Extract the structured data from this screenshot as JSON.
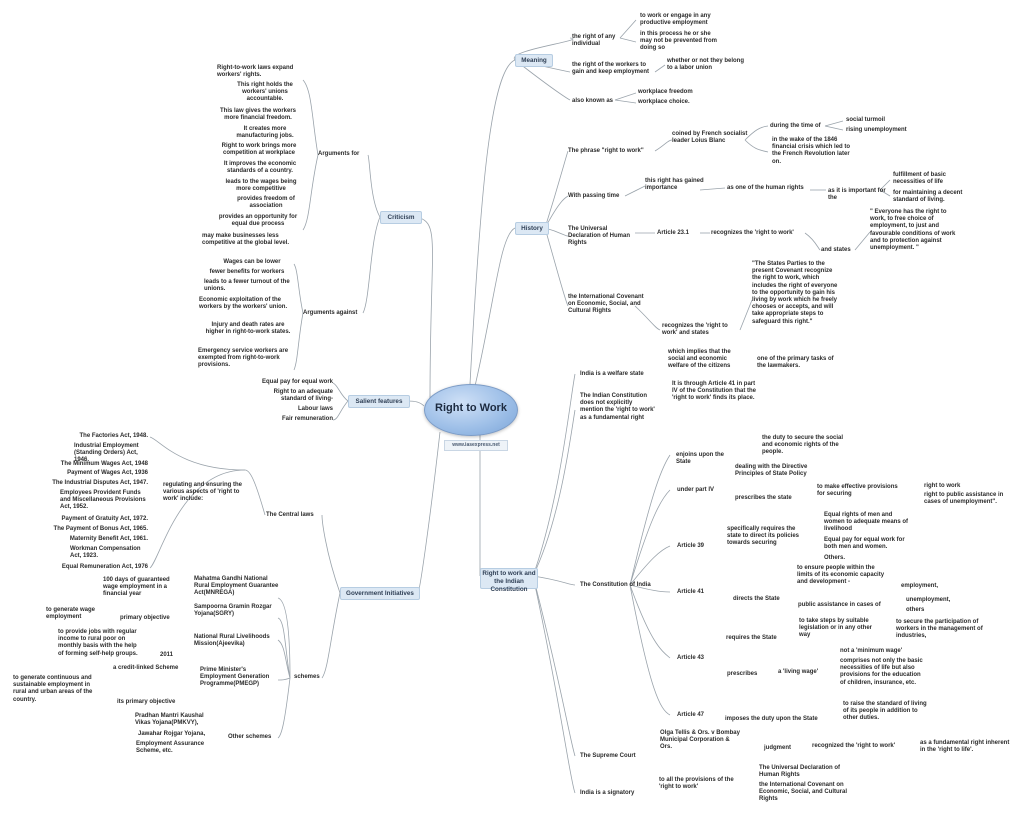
{
  "center": {
    "title": "Right to Work",
    "site": "www.iasexpress.net"
  },
  "branches": {
    "meaning": "Meaning",
    "history": "History",
    "criticism": "Criticism",
    "salient": "Salient features",
    "govt": "Government Initiatives",
    "indian": "Right to work and the Indian Constitution"
  },
  "meaning": {
    "any_individual": "the right of any individual",
    "engage": "to work or engage in any productive employment",
    "not_prevented": "in this process he or she may not be prevented from doing so",
    "workers": "the right of the workers to gain and keep employment",
    "union": "whether or not they belong to a labor union",
    "aka": "also known as",
    "freedom": "workplace freedom",
    "choice": "workplace choice."
  },
  "history": {
    "phrase": "The phrase \"right to work\"",
    "coined": "coined by French socialist leader Loius Blanc",
    "during": "during the time of",
    "turmoil": "social turmoil",
    "rising": "rising unemployment",
    "wake": "in the wake of the 1846 financial crisis which led to the French Revolution later on.",
    "passing": "With passing time",
    "gained": "this right has gained importance",
    "one_of": "as one of the human rights",
    "important": "as it is important for the",
    "fulfillment": "fulfillment of basic necessities of life",
    "maintaining": "for maintaining a decent standard of living.",
    "udhr": "The Universal Declaration of Human Rights",
    "art23": "Article 23.1",
    "recognizes": "recognizes the 'right to work'",
    "and_states": "and states",
    "quote1": "\" Everyone has the right to work, to free choice of employment, to just and favourable conditions of work and to protection against unemployment. \"",
    "icescr": "the International Covenant on Economic, Social, and Cultural Rights",
    "recognizes2": "recognizes the 'right to work' and states",
    "quote2": "\"The States Parties to the present Covenant recognize the right to work, which includes the right of everyone to the opportunity to gain his living by work which he freely chooses or accepts, and will take appropriate steps to safeguard this right.\""
  },
  "criticism": {
    "for_label": "Arguments for",
    "for_items": [
      "Right-to-work laws expand workers' rights.",
      "This right holds the workers' unions accountable.",
      "This law gives the workers more financial freedom.",
      "It creates more manufacturing jobs.",
      "Right to work brings more competition at workplace",
      "It improves the economic standards of a country.",
      "leads to the wages being more competitive",
      "provides freedom of association",
      "provides an opportunity for equal due process",
      "may make businesses less competitive at the global level."
    ],
    "against_label": "Arguments against",
    "against_items": [
      "Wages can be lower",
      "fewer benefits for workers",
      "leads to a fewer turnout of the unions.",
      "Economic exploitation of the workers by the workers' union.",
      "Injury and death rates are higher in right-to-work states.",
      "Emergency service workers are exempted from right-to-work provisions."
    ]
  },
  "salient": {
    "items": [
      "Equal pay for equal work",
      "Right to an adequate standard of living-",
      "Labour laws",
      "Fair remuneration"
    ]
  },
  "govt": {
    "central_laws": "The Central laws",
    "regulating": "regulating and ensuring the various aspects of 'right to work' include:",
    "acts": [
      "The Factories Act, 1948.",
      "Industrial Employment (Standing Orders) Act, 1946.",
      "The Minimum Wages Act, 1948",
      "Payment of Wages Act, 1936",
      "The Industrial Disputes Act, 1947.",
      "Employees Provident Funds and Miscellaneous Provisions Act, 1952.",
      "Payment of Gratuity Act, 1972.",
      "The Payment of Bonus Act, 1965.",
      "Maternity Benefit Act, 1961.",
      "Workman Compensation Act, 1923.",
      "Equal Remuneration Act, 1976"
    ],
    "schemes": "schemes",
    "mgnrega": "Mahatma Gandhi National Rural Employment Guarantee Act(MNREGA)",
    "mgnrega_desc": "100 days of guaranteed wage employment in a financial year",
    "sgry": "Sampoorna Gramin Rozgar Yojana(SGRY)",
    "primary": "primary objective",
    "wage_emp": "to generate wage employment",
    "nrlm": "National Rural Livelihoods Mission(Ajeevika)",
    "year2011": "2011",
    "nrlm_desc": "to provide jobs with regular income to rural poor on monthly basis with the help of forming self-help groups.",
    "pmegp": "Prime Minister's Employment Generation Programme(PMEGP)",
    "credit": "a credit-linked Scheme",
    "its_primary": "its primary objective",
    "pmegp_desc": "to generate continuous and sustainable employment in rural and urban areas of the country.",
    "other": "Other schemes",
    "others_list": [
      "Pradhan Mantri Kaushal Vikas Yojana(PMKVY),",
      "Jawahar Rojgar Yojana,",
      "Employment Assurance Scheme, etc."
    ]
  },
  "indian": {
    "welfare": "India is a welfare state",
    "implies": "which implies that the social and economic welfare of the citizens",
    "primary_task": "one of the primary tasks of the lawmakers.",
    "not_explicit": "The Indian Constitution does not explicitly mention the 'right to work' as a fundamental right",
    "art41_ref": "It is through Article 41 in part IV of the Constitution that the 'right to work' finds its place.",
    "constitution": "The Constitution of India",
    "enjoins": "enjoins upon the State",
    "duty": "the duty to secure the social and economic rights of the people.",
    "part4": "under part IV",
    "dealing": "dealing with the Directive Principles of State Policy",
    "prescribes_state": "prescribes the state",
    "provisions": "to make effective provisions for securing",
    "rtw": "right to work",
    "public_assist": "right to public assistance in cases of unemployment\".",
    "art39": "Article 39",
    "specifically": "specifically requires the state to direct its policies towards securing",
    "equal_rights": "Equal rights of men and women to adequate means of livelihood",
    "equal_pay": "Equal pay for equal work for both men and women.",
    "others": "Others.",
    "art41": "Article 41",
    "directs": "directs the State",
    "ensure": "to ensure people within the limits of its economic capacity and development -",
    "employment": "employment,",
    "public_cases": "public assistance in cases of",
    "unemployment": "unemployment,",
    "others2": "others",
    "art43": "Article 43",
    "requires": "requires the State",
    "take_steps": "to take steps by suitable legislation or in any other way",
    "participation": "to secure the participation of workers in the management of industries,",
    "prescribes": "prescribes",
    "living_wage": "a 'living wage'",
    "not_min": "not a 'minimum wage'",
    "comprises": "comprises not only the basic necessities of life but also provisions for the education of children, insurance, etc.",
    "art47": "Article 47",
    "imposes": "imposes the duty upon the State",
    "raise": "to raise the standard of living of its people in addition to other duties.",
    "sc": "The Supreme Court",
    "olga": "Olga Tellis & Ors. v Bombay Municipal Corporation & Ors.",
    "judgment": "judgment",
    "recognized": "recognized the 'right to work'",
    "fund_right": "as a fundamental right inherent in the 'right to life'.",
    "signatory": "India is a signatory",
    "to_all": "to all the provisions of the 'right to work'",
    "udhr": "The Universal Declaration of Human Rights",
    "icescr": "the International Covenant on Economic, Social, and Cultural Rights"
  }
}
